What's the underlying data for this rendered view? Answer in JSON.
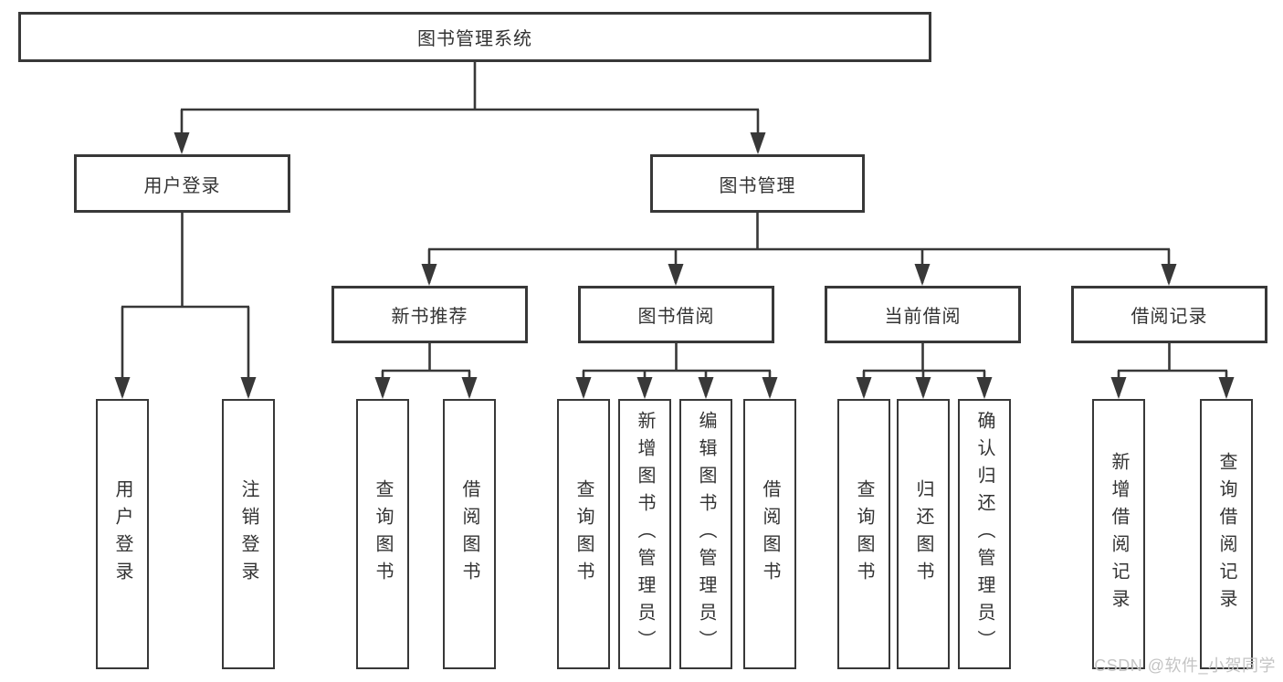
{
  "colors": {
    "line": "#383838",
    "box_border": "#383838",
    "text": "#333333",
    "background": "#ffffff",
    "watermark": "#c4c4c4"
  },
  "diagram": {
    "type": "hierarchy",
    "root": {
      "label": "图书管理系统"
    },
    "level2": [
      {
        "label": "用户登录"
      },
      {
        "label": "图书管理"
      }
    ],
    "level3": [
      {
        "label": "新书推荐"
      },
      {
        "label": "图书借阅"
      },
      {
        "label": "当前借阅"
      },
      {
        "label": "借阅记录"
      }
    ],
    "leaves": [
      {
        "label": "用户登录",
        "parent": "用户登录"
      },
      {
        "label": "注销登录",
        "parent": "用户登录"
      },
      {
        "label": "查询图书",
        "parent": "新书推荐"
      },
      {
        "label": "借阅图书",
        "parent": "新书推荐"
      },
      {
        "label": "查询图书",
        "parent": "图书借阅"
      },
      {
        "label": "新增图书（管理员）",
        "parent": "图书借阅"
      },
      {
        "label": "编辑图书（管理员）",
        "parent": "图书借阅"
      },
      {
        "label": "借阅图书",
        "parent": "图书借阅"
      },
      {
        "label": "查询图书",
        "parent": "当前借阅"
      },
      {
        "label": "归还图书",
        "parent": "当前借阅"
      },
      {
        "label": "确认归还（管理员）",
        "parent": "当前借阅"
      },
      {
        "label": "新增借阅记录",
        "parent": "借阅记录"
      },
      {
        "label": "查询借阅记录",
        "parent": "借阅记录"
      }
    ]
  },
  "watermark": {
    "text": "CSDN @软件_小贺同学"
  }
}
